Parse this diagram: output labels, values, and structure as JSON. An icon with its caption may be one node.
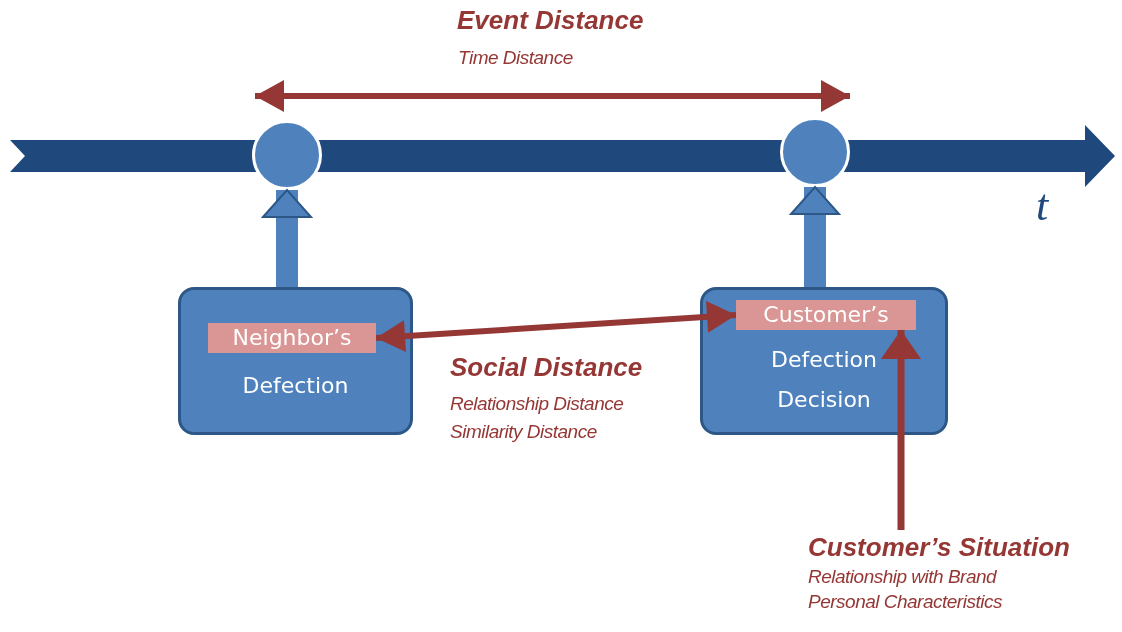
{
  "diagram": {
    "nodes": [
      {
        "text": [
          "Defection"
        ]
      },
      {
        "text": [
          "Neighbor’s"
        ],
        "in": 0
      },
      {
        "text": [
          "Defection Decision"
        ]
      },
      {
        "text": [
          "Customer’s"
        ],
        "in": 2
      },
      {
        "text": [],
        "shape": "circle"
      },
      {
        "text": [],
        "shape": "circle"
      },
      {
        "text": [
          "Customer’s Situation",
          "Relationship with Brand",
          "Personal Characteristics"
        ]
      }
    ],
    "edges": [
      {
        "from": 0,
        "to": 4,
        "arrow": "to",
        "style": "thick",
        "color": "#4f81bd"
      },
      {
        "from": 2,
        "to": 5,
        "arrow": "to",
        "style": "thick",
        "color": "#4f81bd"
      },
      {
        "from": 1,
        "to": 3,
        "arrow": "both",
        "color": "#953735"
      },
      {
        "from": 6,
        "to": 3,
        "arrow": "to",
        "color": "#953735"
      },
      {
        "from": 4,
        "to": 5,
        "arrow": "both",
        "color": "#953735"
      }
    ],
    "labels": [
      "Event Distance",
      "Time Distance",
      "t",
      "Social Distance",
      "Relationship Distance",
      "Similarity Distance"
    ]
  }
}
